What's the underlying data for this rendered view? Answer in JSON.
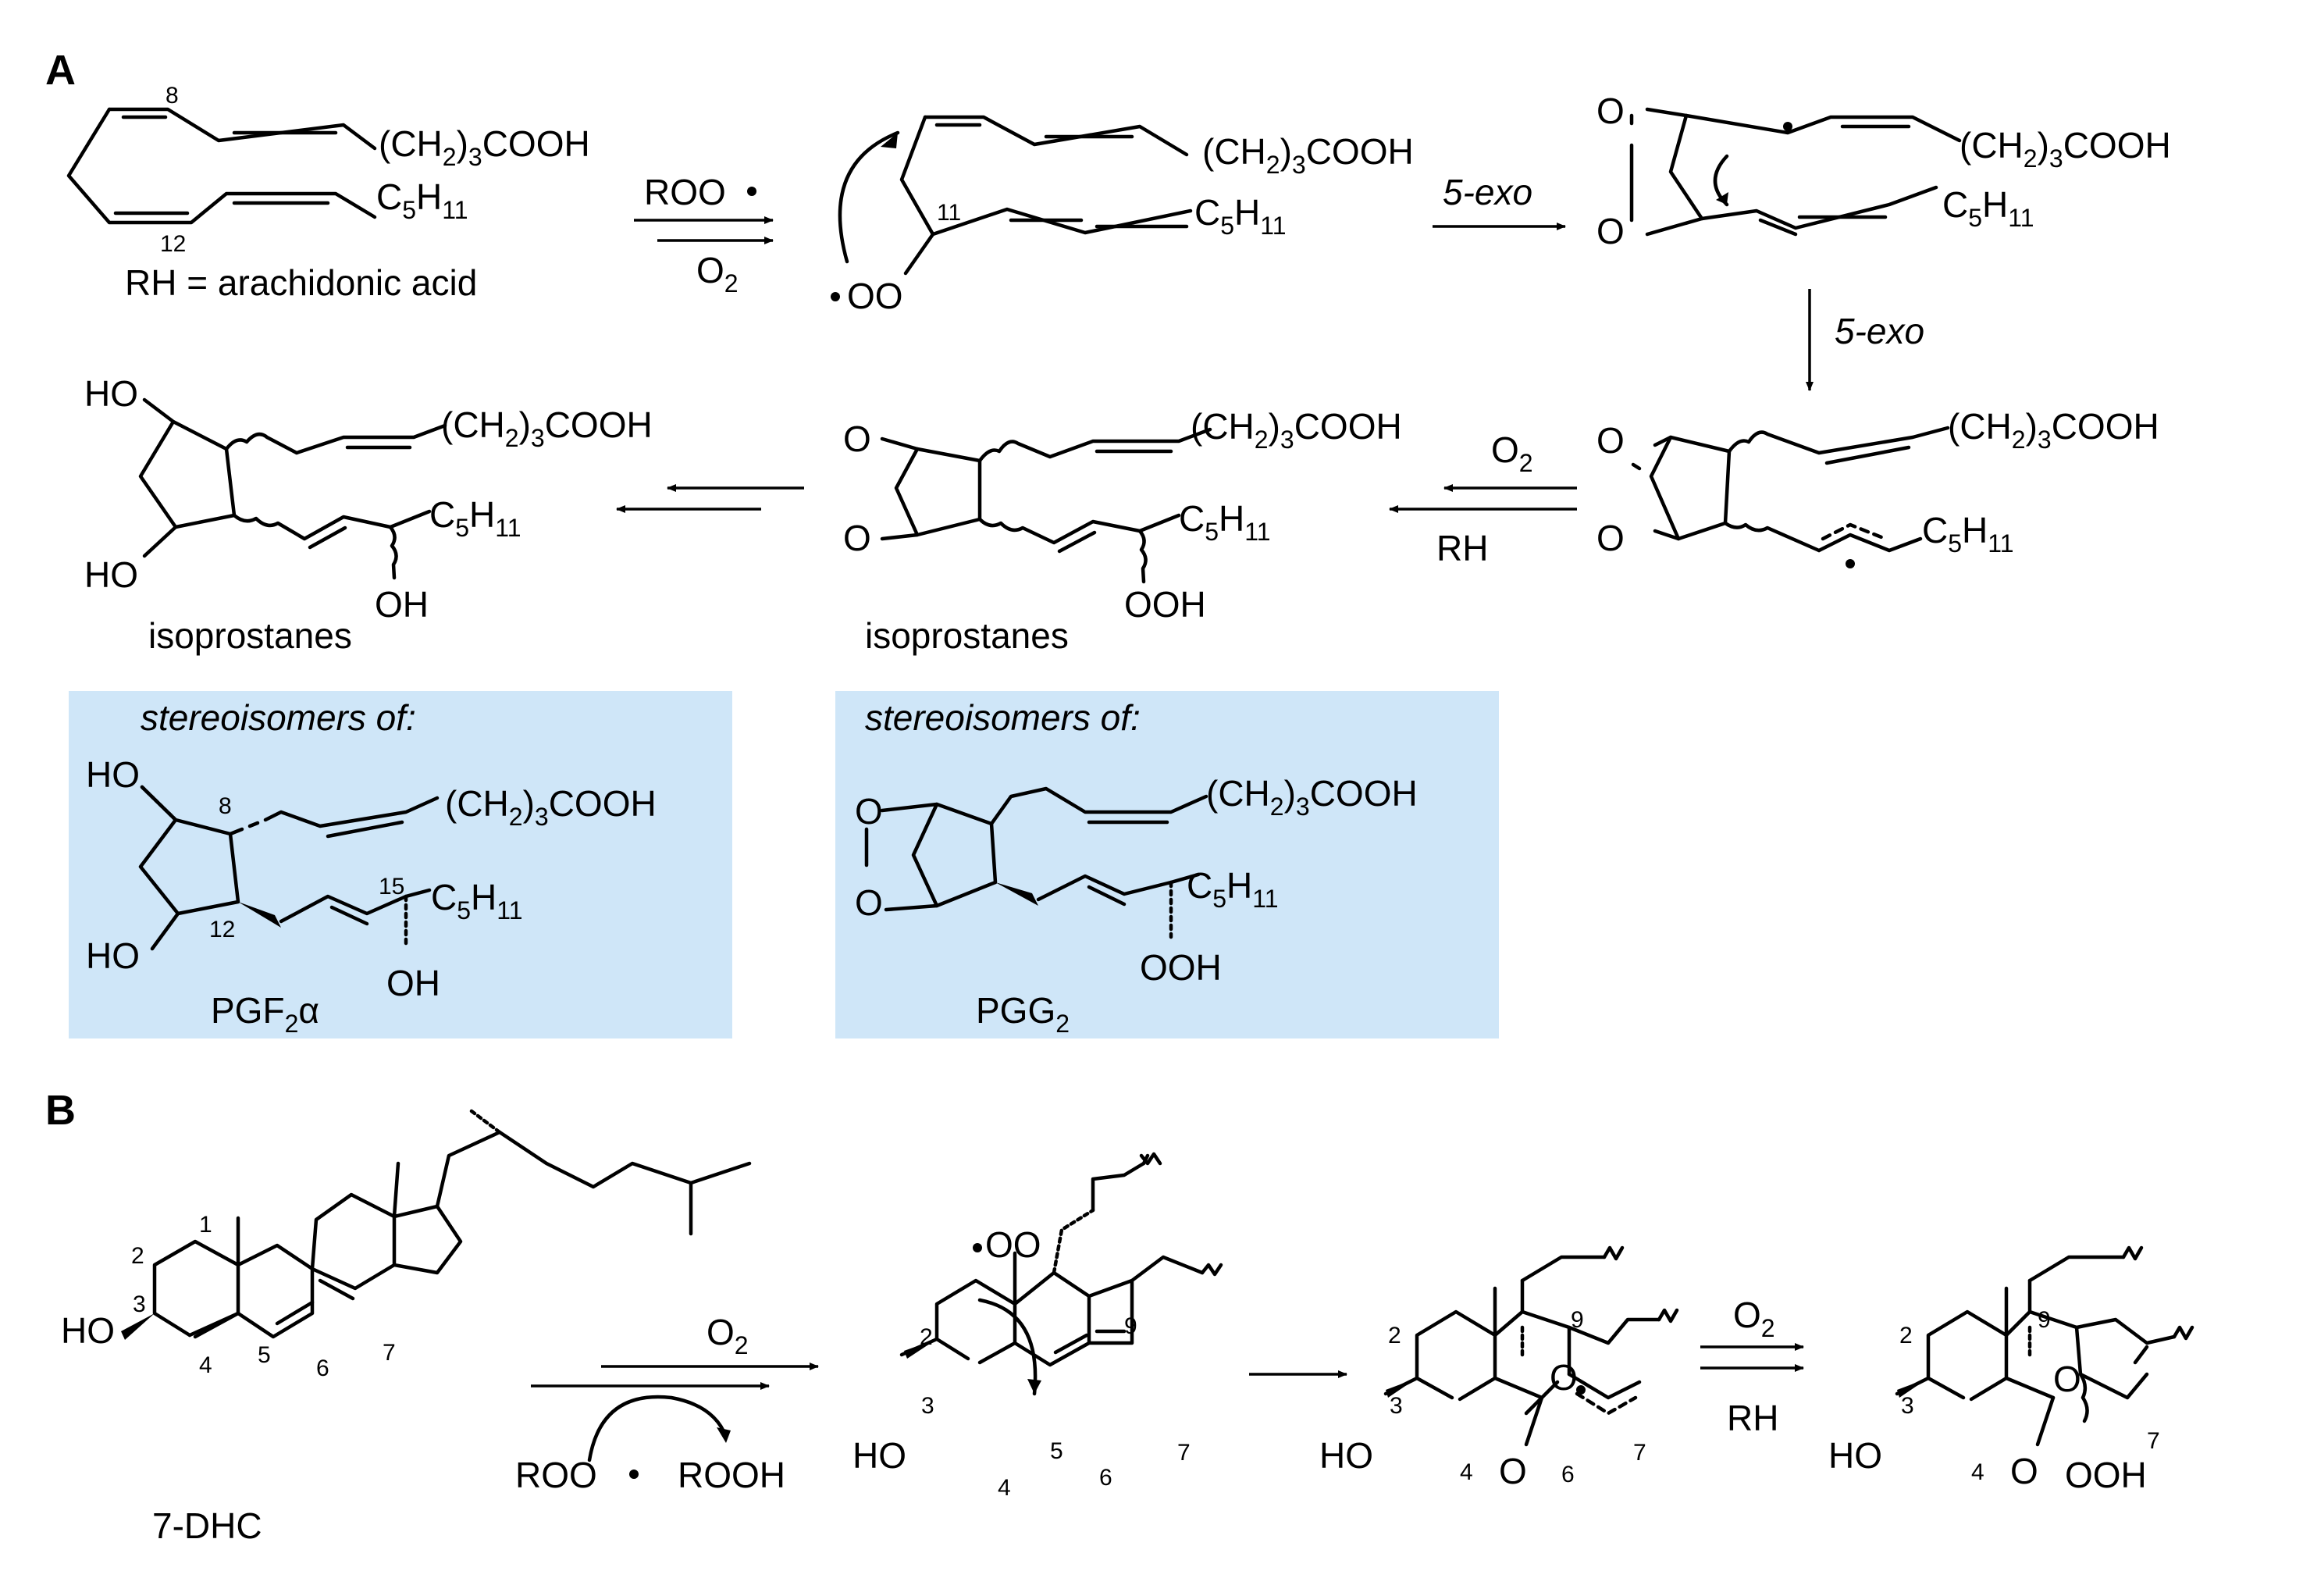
{
  "panels": {
    "a": "A",
    "b": "B"
  },
  "colors": {
    "stereo_box": "#cfe6f8",
    "ink": "#000000"
  },
  "panel_a": {
    "rh_label": "RH = arachidonic acid",
    "chain_group": "(CH2)3COOH",
    "tail_group": "C5H11",
    "reagent_peroxyl": "ROO",
    "reagent_oxygen": "O2",
    "reagent_rh": "RH",
    "cyclization": "5-exo",
    "peroxyl_radical": "OO",
    "oxygen": "O",
    "hydroxyl": "HO",
    "hydroxyl_r": "OH",
    "hydroperoxy": "OOH",
    "product_label": "isoprostanes",
    "stereo_header": "stereoisomers of:",
    "pgf_name": "PGF2α",
    "pgg_name": "PGG2",
    "carbon_numbers": {
      "c8": "8",
      "c11": "11",
      "c12": "12",
      "c15": "15"
    }
  },
  "panel_b": {
    "substrate": "7-DHC",
    "reagent_oxygen": "O2",
    "reagent_peroxyl": "ROO",
    "reagent_hydroperoxide": "ROOH",
    "reagent_rh": "RH",
    "hydroxyl": "HO",
    "peroxyl_radical": "OO",
    "oxygen": "O",
    "hydroperoxy": "OOH",
    "ring_numbers": [
      "1",
      "2",
      "3",
      "4",
      "5",
      "6",
      "7",
      "9"
    ]
  }
}
